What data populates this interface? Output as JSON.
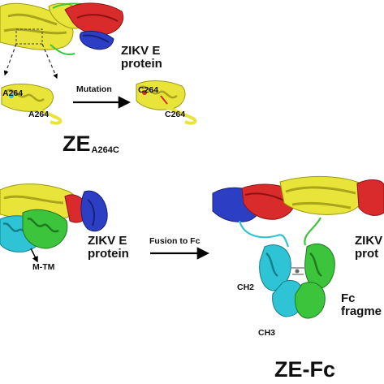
{
  "panel_a": {
    "protein_label_line1": "ZIKV E",
    "protein_label_line2": "protein",
    "residue_left_top": "A264",
    "residue_left_bottom": "A264",
    "residue_right_top": "C264",
    "residue_right_bottom": "C264",
    "arrow_label": "Mutation",
    "construct_name": "ZE",
    "construct_subscript": "A264C"
  },
  "panel_b": {
    "protein_label_line1": "ZIKV E",
    "protein_label_line2": "protein",
    "mtm_label": "M-TM",
    "arrow_label": "Fusion to Fc",
    "right_label_line1": "ZIKV",
    "right_label_line2": "prot",
    "ch2_label": "CH2",
    "ch3_label": "CH3",
    "fc_label_line1": "Fc",
    "fc_label_line2": "fragme",
    "construct_name": "ZE-Fc"
  },
  "colors": {
    "domain_yellow": "#e8e43a",
    "domain_red": "#d92b2b",
    "domain_blue": "#2c3fc4",
    "domain_green": "#3cc43c",
    "domain_cyan": "#2ec4d6",
    "arrow": "#000000"
  }
}
